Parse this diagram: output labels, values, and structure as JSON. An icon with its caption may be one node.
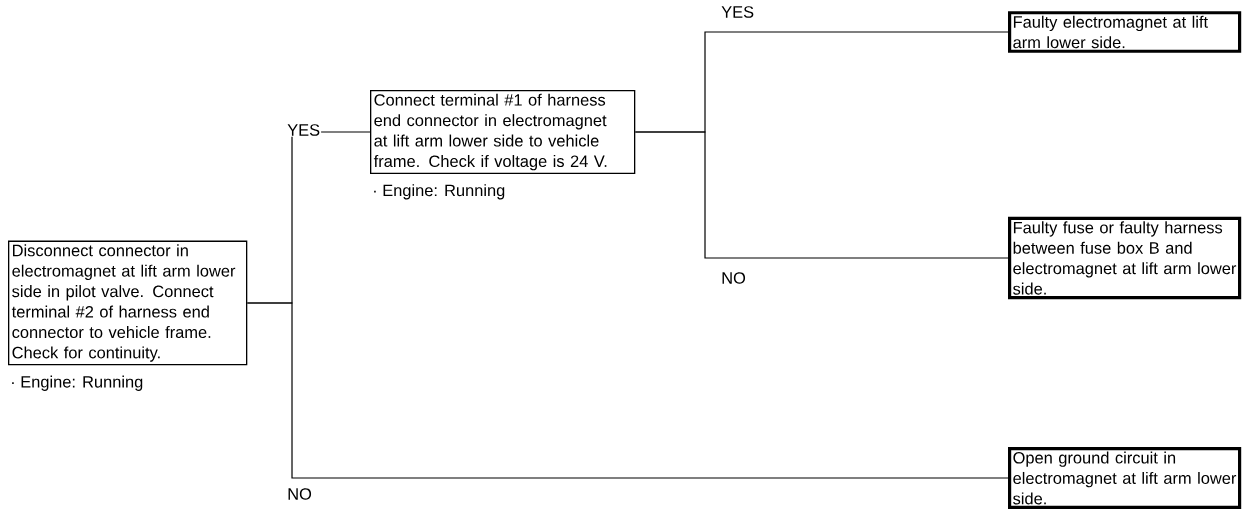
{
  "diagram": {
    "nodes": [
      {
        "text": [
          "Disconnect connector in electromagnet at lift arm lower side in pilot valve. Connect terminal #2 of harness end connector to vehicle frame. Check for continuity."
        ],
        "beside": [
          "· Engine: Running"
        ]
      },
      {
        "text": [
          "Connect terminal #1 of harness end connector in electromagnet at lift arm lower side to vehicle frame. Check if voltage is 24 V."
        ],
        "beside": [
          "· Engine: Running"
        ]
      },
      {
        "text": [
          "Faulty electromagnet at lift arm lower side."
        ]
      },
      {
        "text": [
          "Faulty fuse or faulty harness between fuse box B and electromagnet at lift arm lower side."
        ]
      },
      {
        "text": [
          "Open ground circuit in electromagnet at lift arm lower side."
        ]
      }
    ],
    "edges": [
      {
        "from": 0,
        "to": 1,
        "arrow": "none",
        "label": "YES"
      },
      {
        "from": 0,
        "to": 4,
        "arrow": "none",
        "label": "NO"
      },
      {
        "from": 1,
        "to": 2,
        "arrow": "none",
        "label": "YES"
      },
      {
        "from": 1,
        "to": 3,
        "arrow": "none",
        "label": "NO"
      }
    ]
  }
}
